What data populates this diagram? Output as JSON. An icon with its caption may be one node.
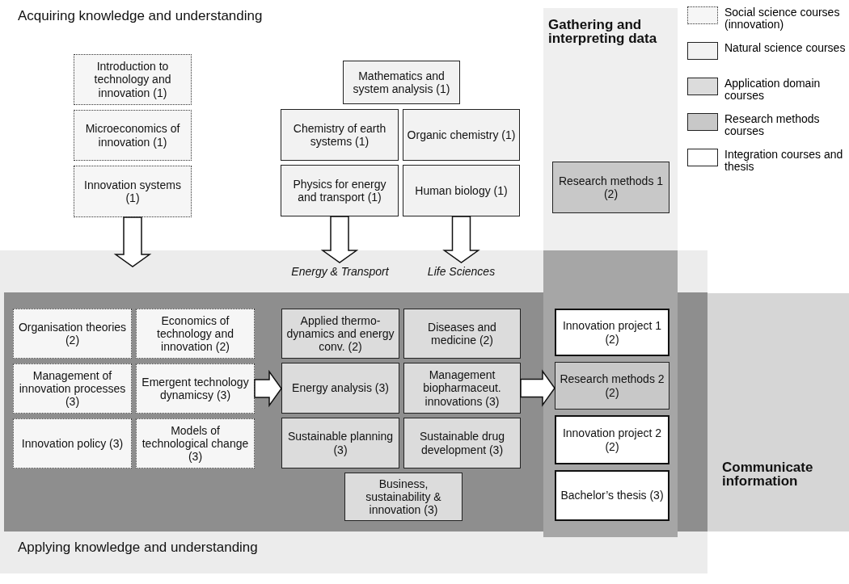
{
  "diagram": {
    "nodes": [
      {
        "text": [
          "Introduction to technology and innovation (1)"
        ]
      },
      {
        "text": [
          "Microeconomics of innovation (1)"
        ]
      },
      {
        "text": [
          "Innovation systems (1)"
        ]
      },
      {
        "text": [
          "Mathematics and system analysis (1)"
        ]
      },
      {
        "text": [
          "Chemistry of earth systems (1)"
        ]
      },
      {
        "text": [
          "Organic chemistry (1)"
        ]
      },
      {
        "text": [
          "Physics for energy and transport (1)"
        ]
      },
      {
        "text": [
          "Human biology (1)"
        ]
      },
      {
        "text": [
          "Research methods 1 (2)"
        ]
      },
      {
        "text": [
          "Energy & Transport"
        ]
      },
      {
        "text": [
          "Life Sciences"
        ]
      },
      {
        "text": [
          "Organisation theories (2)"
        ]
      },
      {
        "text": [
          "Economics of technology and innovation (2)"
        ]
      },
      {
        "text": [
          "Applied thermo-dynamics and energy conv. (2)"
        ]
      },
      {
        "text": [
          "Diseases and medicine (2)"
        ]
      },
      {
        "text": [
          "Innovation project 1 (2)"
        ]
      },
      {
        "text": [
          "Management of innovation processes (3)"
        ]
      },
      {
        "text": [
          "Emergent technology dynamicsy (3)"
        ]
      },
      {
        "text": [
          "Energy analysis (3)"
        ]
      },
      {
        "text": [
          "Management biopharmaceut. innovations (3)"
        ]
      },
      {
        "text": [
          "Research methods 2 (2)"
        ]
      },
      {
        "text": [
          "Innovation policy (3)"
        ]
      },
      {
        "text": [
          "Models of technological change (3)"
        ]
      },
      {
        "text": [
          "Sustainable planning (3)"
        ]
      },
      {
        "text": [
          "Sustainable drug development (3)"
        ]
      },
      {
        "text": [
          "Innovation project 2 (2)"
        ]
      },
      {
        "text": [
          "Business, sustainability & innovation (3)"
        ]
      },
      {
        "text": [
          "Bachelor’s thesis (3)"
        ]
      }
    ],
    "edges": [
      {
        "from": 2,
        "to": null,
        "arrow": "to"
      },
      {
        "from": 6,
        "to": 9,
        "arrow": "to"
      },
      {
        "from": 7,
        "to": 10,
        "arrow": "to"
      },
      {
        "from": 17,
        "to": 18,
        "arrow": "to"
      },
      {
        "from": 19,
        "to": 20,
        "arrow": "to"
      }
    ],
    "labels": [
      "Acquiring knowledge and understanding",
      "Gathering and interpreting data",
      "Communicate information",
      "Applying knowledge and understanding"
    ],
    "legend": [
      {
        "text": "Social science courses (innovation)",
        "color": "#f6f6f6"
      },
      {
        "text": "Natural science courses",
        "color": "#f2f2f2"
      },
      {
        "text": "Application domain courses",
        "color": "#dcdcdc"
      },
      {
        "text": "Research methods courses",
        "color": "#c8c8c8"
      },
      {
        "text": "Integration courses and thesis",
        "color": "#ffffff"
      }
    ]
  }
}
